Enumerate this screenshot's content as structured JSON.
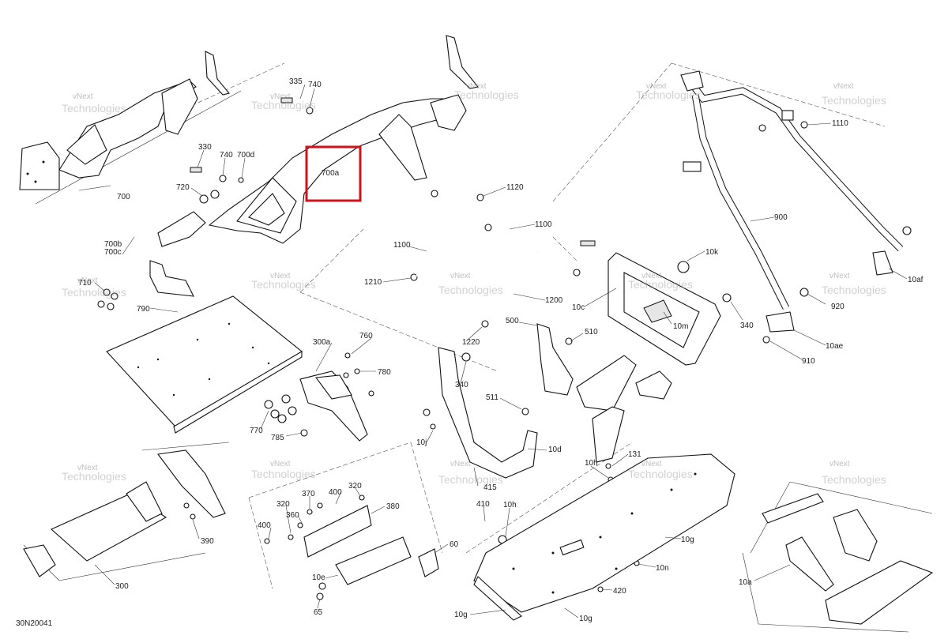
{
  "diagram": {
    "code": "30N20041",
    "highlight_label": "700a",
    "highlight_color": "#d0121b",
    "watermark": [
      "vNext",
      "Technologies"
    ],
    "callouts": [
      "335",
      "740",
      "330",
      "740",
      "700d",
      "720",
      "700a",
      "700",
      "700b",
      "700c",
      "710",
      "790",
      "1120",
      "1100",
      "1100",
      "1210",
      "1200",
      "1220",
      "10k",
      "10c",
      "10m",
      "340",
      "900",
      "1110",
      "10af",
      "920",
      "10ae",
      "910",
      "340",
      "500",
      "510",
      "511",
      "300a",
      "760",
      "780",
      "770",
      "785",
      "10j",
      "10d",
      "415",
      "131",
      "10h",
      "320",
      "400",
      "370",
      "320",
      "360",
      "380",
      "400",
      "60",
      "10e",
      "65",
      "390",
      "300",
      "410",
      "10h",
      "10g",
      "10n",
      "420",
      "10g",
      "10g",
      "10a"
    ]
  }
}
